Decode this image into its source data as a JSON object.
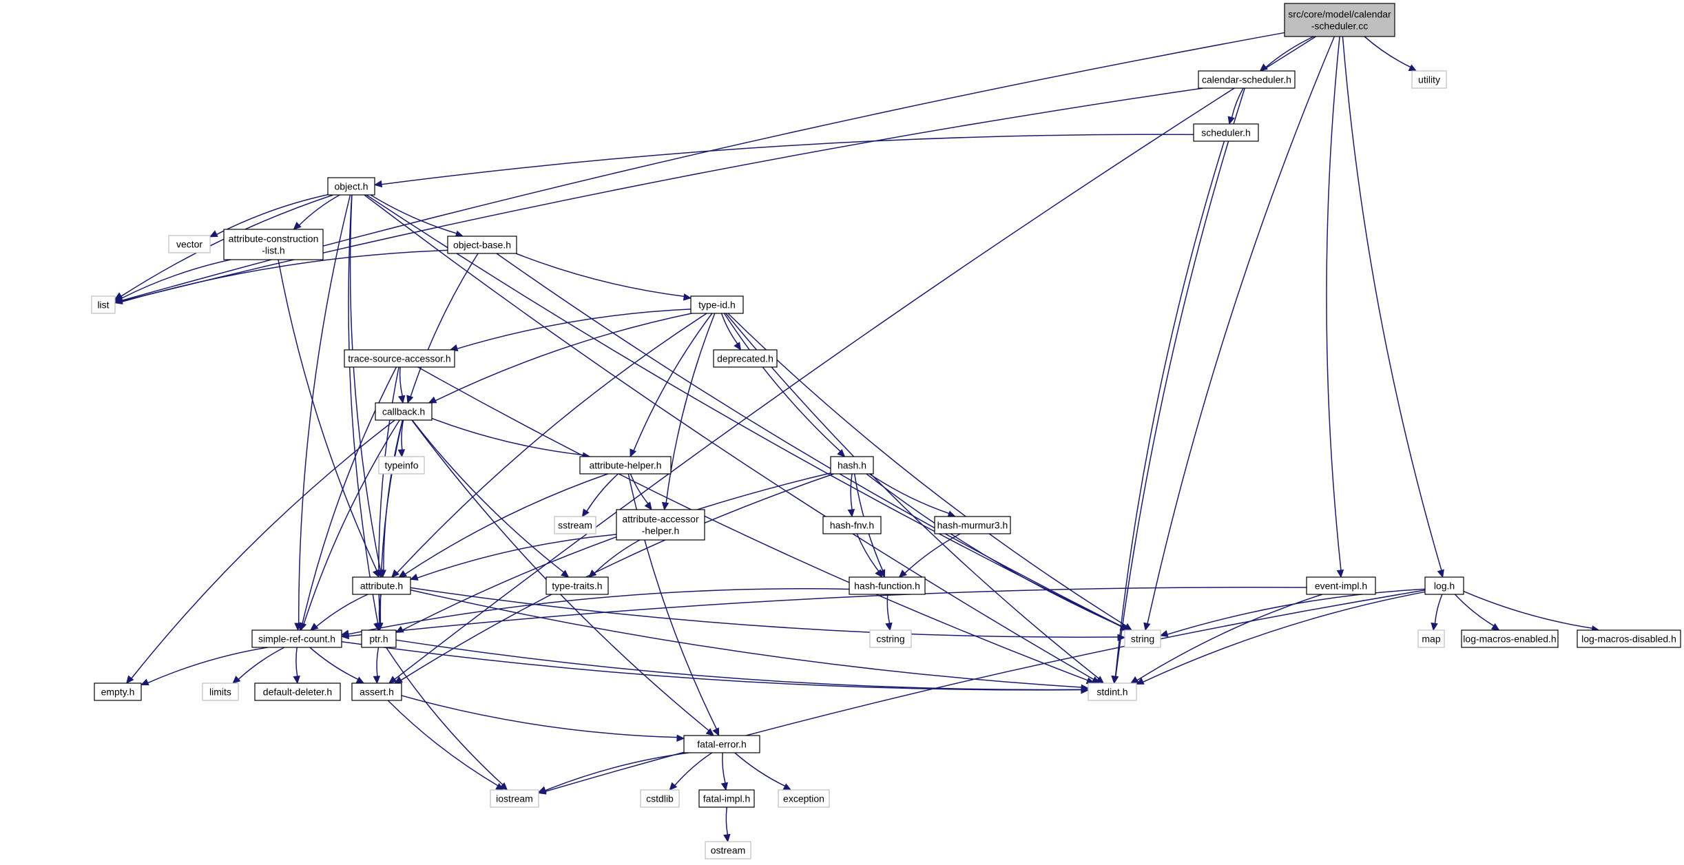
{
  "diagram": {
    "colors": {
      "edge": "#191970",
      "root_fill": "#bfbfbf",
      "project_fill": "#ffffff",
      "project_stroke": "#000000",
      "system_stroke": "#bfbfbf"
    },
    "nodes": [
      {
        "id": "root",
        "lines": [
          "src/core/model/calendar",
          "-scheduler.cc"
        ],
        "kind": "root"
      },
      {
        "id": "calendar_scheduler_h",
        "lines": [
          "calendar-scheduler.h"
        ],
        "kind": "project"
      },
      {
        "id": "utility",
        "lines": [
          "utility"
        ],
        "kind": "system"
      },
      {
        "id": "scheduler_h",
        "lines": [
          "scheduler.h"
        ],
        "kind": "project"
      },
      {
        "id": "object_h",
        "lines": [
          "object.h"
        ],
        "kind": "project"
      },
      {
        "id": "vector",
        "lines": [
          "vector"
        ],
        "kind": "system"
      },
      {
        "id": "attr_construction",
        "lines": [
          "attribute-construction",
          "-list.h"
        ],
        "kind": "project"
      },
      {
        "id": "object_base_h",
        "lines": [
          "object-base.h"
        ],
        "kind": "project"
      },
      {
        "id": "list",
        "lines": [
          "list"
        ],
        "kind": "system"
      },
      {
        "id": "type_id_h",
        "lines": [
          "type-id.h"
        ],
        "kind": "project"
      },
      {
        "id": "trace_source",
        "lines": [
          "trace-source-accessor.h"
        ],
        "kind": "project"
      },
      {
        "id": "deprecated_h",
        "lines": [
          "deprecated.h"
        ],
        "kind": "project"
      },
      {
        "id": "callback_h",
        "lines": [
          "callback.h"
        ],
        "kind": "project"
      },
      {
        "id": "typeinfo",
        "lines": [
          "typeinfo"
        ],
        "kind": "system"
      },
      {
        "id": "attribute_helper_h",
        "lines": [
          "attribute-helper.h"
        ],
        "kind": "project"
      },
      {
        "id": "hash_h",
        "lines": [
          "hash.h"
        ],
        "kind": "project"
      },
      {
        "id": "sstream",
        "lines": [
          "sstream"
        ],
        "kind": "system"
      },
      {
        "id": "attr_accessor_helper",
        "lines": [
          "attribute-accessor",
          "-helper.h"
        ],
        "kind": "project"
      },
      {
        "id": "hash_fnv_h",
        "lines": [
          "hash-fnv.h"
        ],
        "kind": "project"
      },
      {
        "id": "hash_murmur3_h",
        "lines": [
          "hash-murmur3.h"
        ],
        "kind": "project"
      },
      {
        "id": "type_traits_h",
        "lines": [
          "type-traits.h"
        ],
        "kind": "project"
      },
      {
        "id": "attribute_h",
        "lines": [
          "attribute.h"
        ],
        "kind": "project"
      },
      {
        "id": "hash_function_h",
        "lines": [
          "hash-function.h"
        ],
        "kind": "project"
      },
      {
        "id": "event_impl_h",
        "lines": [
          "event-impl.h"
        ],
        "kind": "project"
      },
      {
        "id": "log_h",
        "lines": [
          "log.h"
        ],
        "kind": "project"
      },
      {
        "id": "simple_ref_count_h",
        "lines": [
          "simple-ref-count.h"
        ],
        "kind": "project"
      },
      {
        "id": "ptr_h",
        "lines": [
          "ptr.h"
        ],
        "kind": "project"
      },
      {
        "id": "cstring",
        "lines": [
          "cstring"
        ],
        "kind": "system"
      },
      {
        "id": "string",
        "lines": [
          "string"
        ],
        "kind": "system"
      },
      {
        "id": "map",
        "lines": [
          "map"
        ],
        "kind": "system"
      },
      {
        "id": "log_macros_enabled_h",
        "lines": [
          "log-macros-enabled.h"
        ],
        "kind": "project"
      },
      {
        "id": "log_macros_disabled_h",
        "lines": [
          "log-macros-disabled.h"
        ],
        "kind": "project"
      },
      {
        "id": "empty_h",
        "lines": [
          "empty.h"
        ],
        "kind": "project"
      },
      {
        "id": "limits",
        "lines": [
          "limits"
        ],
        "kind": "system"
      },
      {
        "id": "default_deleter_h",
        "lines": [
          "default-deleter.h"
        ],
        "kind": "project"
      },
      {
        "id": "assert_h",
        "lines": [
          "assert.h"
        ],
        "kind": "project"
      },
      {
        "id": "stdint_h",
        "lines": [
          "stdint.h"
        ],
        "kind": "system"
      },
      {
        "id": "fatal_error_h",
        "lines": [
          "fatal-error.h"
        ],
        "kind": "project"
      },
      {
        "id": "iostream",
        "lines": [
          "iostream"
        ],
        "kind": "system"
      },
      {
        "id": "cstdlib",
        "lines": [
          "cstdlib"
        ],
        "kind": "system"
      },
      {
        "id": "fatal_impl_h",
        "lines": [
          "fatal-impl.h"
        ],
        "kind": "project"
      },
      {
        "id": "exception",
        "lines": [
          "exception"
        ],
        "kind": "system"
      },
      {
        "id": "ostream",
        "lines": [
          "ostream"
        ],
        "kind": "system"
      }
    ]
  }
}
